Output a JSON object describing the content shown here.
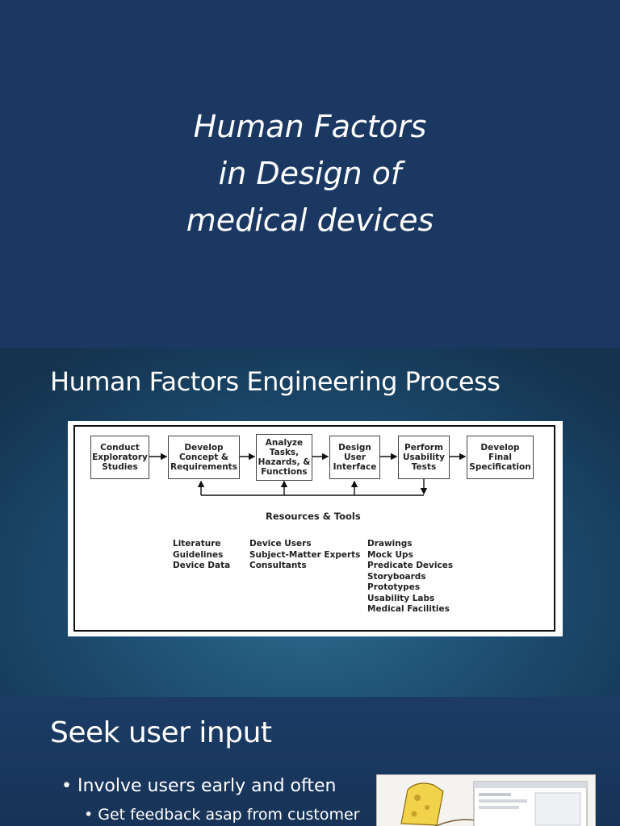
{
  "slide1": {
    "title_lines": [
      "Human Factors",
      "in Design of",
      "medical devices"
    ]
  },
  "slide2": {
    "heading": "Human Factors Engineering Process",
    "diagram": {
      "steps": [
        "Conduct\nExploratory\nStudies",
        "Develop\nConcept &\nRequirements",
        "Analyze\nTasks,\nHazards, &\nFunctions",
        "Design\nUser\nInterface",
        "Perform\nUsability\nTests",
        "Develop\nFinal\nSpecification"
      ],
      "resources_title": "Resources & Tools",
      "resources_col1": [
        "Literature",
        "Guidelines",
        "Device Data"
      ],
      "resources_col2": [
        "Device Users",
        "Subject-Matter Experts",
        "Consultants"
      ],
      "resources_col3": [
        "Drawings",
        "Mock Ups",
        "Predicate Devices",
        "Storyboards",
        "Prototypes",
        "Usability Labs",
        "Medical Facilities"
      ]
    }
  },
  "slide3": {
    "heading": "Seek user input",
    "bullet1": "• Involve users early and often",
    "bullet2": "• Get feedback asap from customer"
  },
  "colors": {
    "title_bg": "#1b3862",
    "slide2_bg": "#1c4a6d",
    "slide3_bg": "#1c3c66",
    "text": "#ffffff"
  }
}
